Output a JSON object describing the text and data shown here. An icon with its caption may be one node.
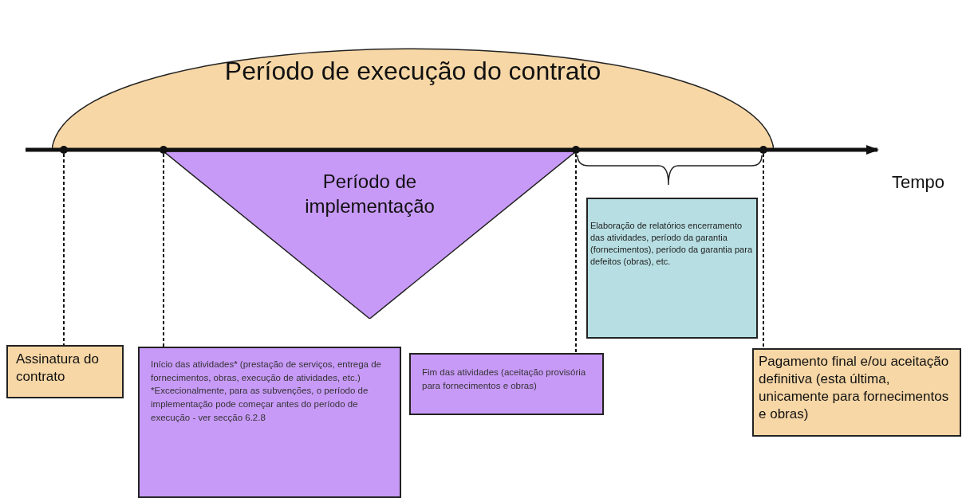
{
  "diagram": {
    "nodes": [
      {
        "text": [
          "Período de execução do contrato"
        ]
      },
      {
        "text": [
          "Período de implementação"
        ]
      },
      {
        "text": [
          "Elaboração de relatórios encerramento das atividades, período da garantia (fornecimentos), período da garantia para defeitos (obras), etc."
        ]
      },
      {
        "text": [],
        "shape": "circle"
      },
      {
        "text": [],
        "shape": "circle"
      },
      {
        "text": [],
        "shape": "circle"
      },
      {
        "text": [],
        "shape": "circle"
      },
      {
        "text": [
          "Assinatura do contrato"
        ]
      },
      {
        "text": [
          "Início das atividades* (prestação de serviços, entrega de fornecimentos, obras, execução de atividades, etc.)",
          "*Excecionalmente, para as subvenções, o período de implementação pode começar antes do período de execução - ver secção 6.2.8"
        ]
      },
      {
        "text": [
          "Fim das atividades (aceitação provisória para fornecimentos e obras)"
        ]
      },
      {
        "text": [
          "Pagamento final e/ou aceitação definitiva (esta última, unicamente para fornecimentos e obras)"
        ]
      }
    ],
    "edges": [
      {
        "from": 3,
        "to": 7,
        "arrow": "none",
        "style": "dashed"
      },
      {
        "from": 4,
        "to": 8,
        "arrow": "none",
        "style": "dashed"
      },
      {
        "from": 5,
        "to": 9,
        "arrow": "none",
        "style": "dashed"
      },
      {
        "from": 6,
        "to": 10,
        "arrow": "none",
        "style": "dashed"
      }
    ],
    "labels": [
      "Tempo"
    ]
  }
}
